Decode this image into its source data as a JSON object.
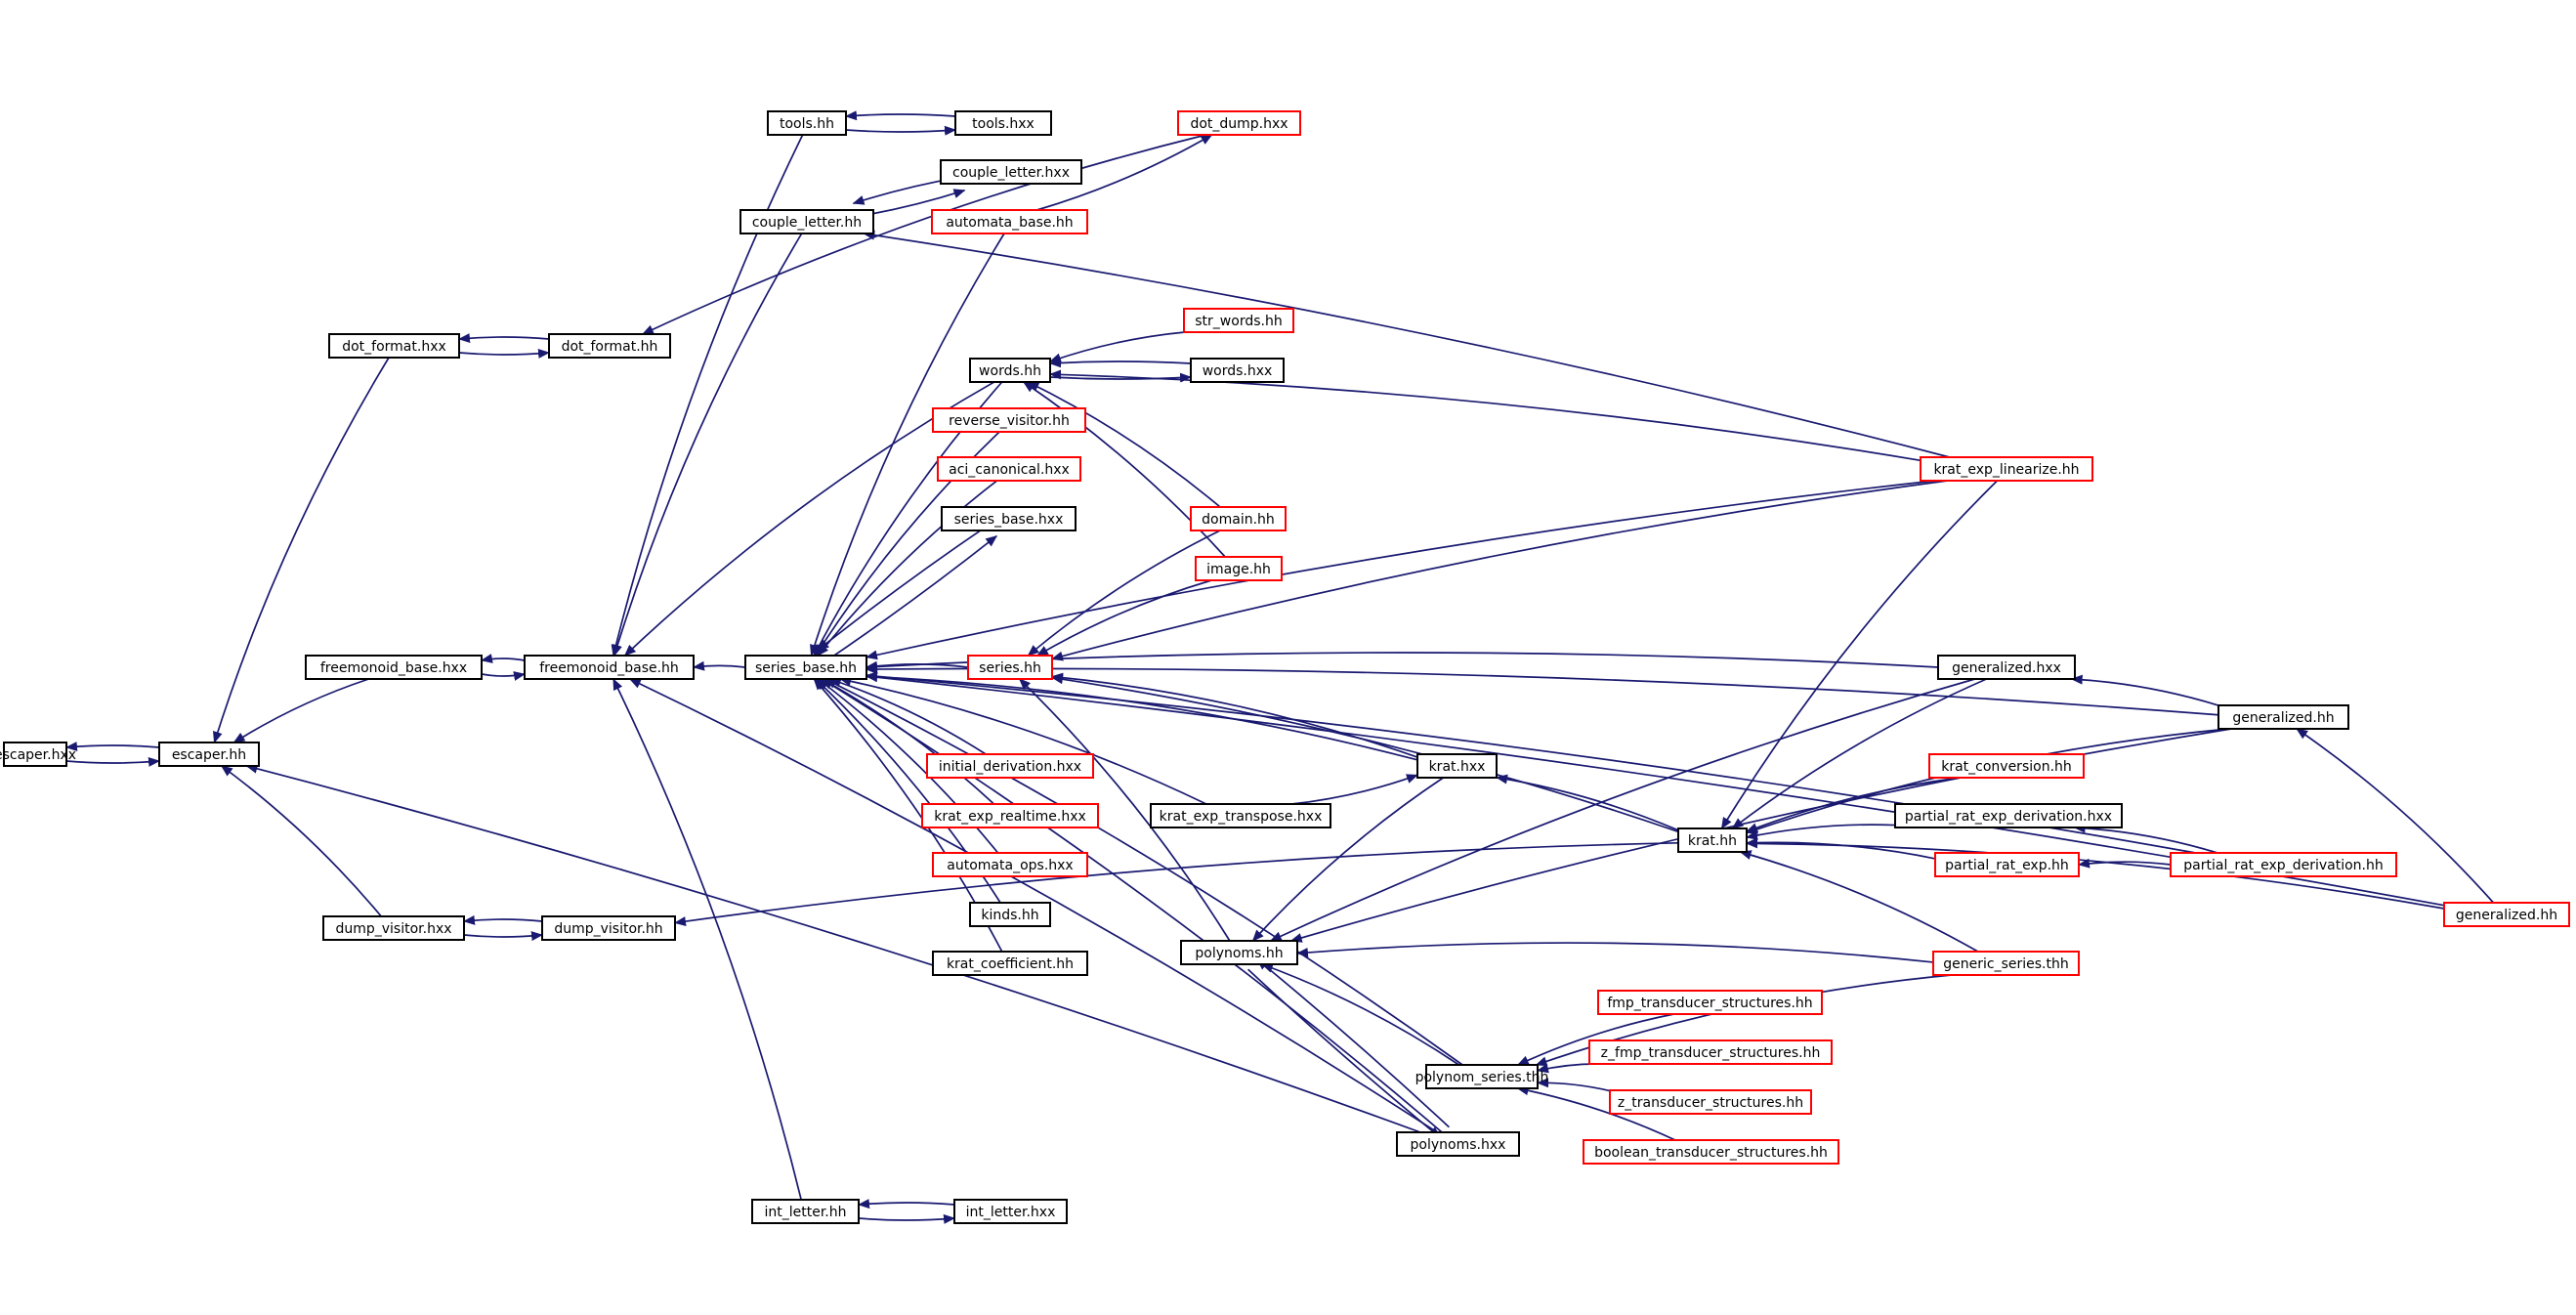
{
  "graph": {
    "kind": "include-dependency-graph",
    "colors": {
      "edge": "#191970",
      "node_border_default": "#000000",
      "node_border_truncated": "#ff0000",
      "node_fill_root": "#bfbfbf",
      "node_fill_default": "#ffffff"
    },
    "nodes": [
      {
        "id": "escaper_hxx",
        "label": "escaper.hxx",
        "style": "root"
      },
      {
        "id": "escaper_hh",
        "label": "escaper.hh",
        "style": "normal"
      },
      {
        "id": "dot_format_hxx",
        "label": "dot_format.hxx",
        "style": "normal"
      },
      {
        "id": "dot_format_hh",
        "label": "dot_format.hh",
        "style": "normal"
      },
      {
        "id": "freemonoid_base_hxx",
        "label": "freemonoid_base.hxx",
        "style": "normal"
      },
      {
        "id": "freemonoid_base_hh",
        "label": "freemonoid_base.hh",
        "style": "normal"
      },
      {
        "id": "dump_visitor_hxx",
        "label": "dump_visitor.hxx",
        "style": "normal"
      },
      {
        "id": "dump_visitor_hh",
        "label": "dump_visitor.hh",
        "style": "normal"
      },
      {
        "id": "tools_hh",
        "label": "tools.hh",
        "style": "normal"
      },
      {
        "id": "tools_hxx",
        "label": "tools.hxx",
        "style": "normal"
      },
      {
        "id": "couple_letter_hh",
        "label": "couple_letter.hh",
        "style": "normal"
      },
      {
        "id": "couple_letter_hxx",
        "label": "couple_letter.hxx",
        "style": "normal"
      },
      {
        "id": "dot_dump_hxx",
        "label": "dot_dump.hxx",
        "style": "truncated"
      },
      {
        "id": "automata_base_hh",
        "label": "automata_base.hh",
        "style": "truncated"
      },
      {
        "id": "series_base_hh",
        "label": "series_base.hh",
        "style": "normal"
      },
      {
        "id": "int_letter_hh",
        "label": "int_letter.hh",
        "style": "normal"
      },
      {
        "id": "int_letter_hxx",
        "label": "int_letter.hxx",
        "style": "normal"
      },
      {
        "id": "words_hh",
        "label": "words.hh",
        "style": "normal"
      },
      {
        "id": "str_words_hh",
        "label": "str_words.hh",
        "style": "truncated"
      },
      {
        "id": "words_hxx",
        "label": "words.hxx",
        "style": "normal"
      },
      {
        "id": "reverse_visitor_hh",
        "label": "reverse_visitor.hh",
        "style": "truncated"
      },
      {
        "id": "aci_canonical_hxx",
        "label": "aci_canonical.hxx",
        "style": "truncated"
      },
      {
        "id": "series_base_hxx",
        "label": "series_base.hxx",
        "style": "normal"
      },
      {
        "id": "domain_hh",
        "label": "domain.hh",
        "style": "truncated"
      },
      {
        "id": "image_hh",
        "label": "image.hh",
        "style": "truncated"
      },
      {
        "id": "series_hh",
        "label": "series.hh",
        "style": "truncated"
      },
      {
        "id": "initial_derivation_hxx",
        "label": "initial_derivation.hxx",
        "style": "truncated"
      },
      {
        "id": "krat_exp_realtime_hxx",
        "label": "krat_exp_realtime.hxx",
        "style": "truncated"
      },
      {
        "id": "automata_ops_hxx",
        "label": "automata_ops.hxx",
        "style": "truncated"
      },
      {
        "id": "kinds_hh",
        "label": "kinds.hh",
        "style": "normal"
      },
      {
        "id": "krat_coefficient_hh",
        "label": "krat_coefficient.hh",
        "style": "normal"
      },
      {
        "id": "krat_exp_transpose_hxx",
        "label": "krat_exp_transpose.hxx",
        "style": "normal"
      },
      {
        "id": "krat_hxx",
        "label": "krat.hxx",
        "style": "normal"
      },
      {
        "id": "krat_hh",
        "label": "krat.hh",
        "style": "normal"
      },
      {
        "id": "polynoms_hh",
        "label": "polynoms.hh",
        "style": "normal"
      },
      {
        "id": "polynom_series_thh",
        "label": "polynom_series.thh",
        "style": "normal"
      },
      {
        "id": "polynoms_hxx",
        "label": "polynoms.hxx",
        "style": "normal"
      },
      {
        "id": "krat_exp_linearize_hh",
        "label": "krat_exp_linearize.hh",
        "style": "truncated"
      },
      {
        "id": "generalized_hxx",
        "label": "generalized.hxx",
        "style": "normal"
      },
      {
        "id": "generalized_hh_a",
        "label": "generalized.hh",
        "style": "normal"
      },
      {
        "id": "krat_conversion_hh",
        "label": "krat_conversion.hh",
        "style": "truncated"
      },
      {
        "id": "partial_rat_exp_derivation_hxx",
        "label": "partial_rat_exp_derivation.hxx",
        "style": "normal"
      },
      {
        "id": "partial_rat_exp_hh",
        "label": "partial_rat_exp.hh",
        "style": "truncated"
      },
      {
        "id": "partial_rat_exp_derivation_hh",
        "label": "partial_rat_exp_derivation.hh",
        "style": "truncated"
      },
      {
        "id": "generalized_hh_b",
        "label": "generalized.hh",
        "style": "truncated"
      },
      {
        "id": "generic_series_thh",
        "label": "generic_series.thh",
        "style": "truncated"
      },
      {
        "id": "fmp_transducer_structures_hh",
        "label": "fmp_transducer_structures.hh",
        "style": "truncated"
      },
      {
        "id": "z_fmp_transducer_structures_hh",
        "label": "z_fmp_transducer_structures.hh",
        "style": "truncated"
      },
      {
        "id": "z_transducer_structures_hh",
        "label": "z_transducer_structures.hh",
        "style": "truncated"
      },
      {
        "id": "boolean_transducer_structures_hh",
        "label": "boolean_transducer_structures.hh",
        "style": "truncated"
      }
    ],
    "edges": [
      {
        "from": "escaper_hh",
        "to": "escaper_hxx"
      },
      {
        "from": "escaper_hxx",
        "to": "escaper_hh"
      },
      {
        "from": "dot_format_hxx",
        "to": "escaper_hh"
      },
      {
        "from": "freemonoid_base_hxx",
        "to": "escaper_hh"
      },
      {
        "from": "dump_visitor_hxx",
        "to": "escaper_hh"
      },
      {
        "from": "polynoms_hxx",
        "to": "escaper_hh"
      },
      {
        "from": "dot_format_hh",
        "to": "dot_format_hxx"
      },
      {
        "from": "dot_format_hxx",
        "to": "dot_format_hh"
      },
      {
        "from": "dot_dump_hxx",
        "to": "dot_format_hh"
      },
      {
        "from": "freemonoid_base_hh",
        "to": "freemonoid_base_hxx"
      },
      {
        "from": "freemonoid_base_hxx",
        "to": "freemonoid_base_hh"
      },
      {
        "from": "dump_visitor_hh",
        "to": "dump_visitor_hxx"
      },
      {
        "from": "dump_visitor_hxx",
        "to": "dump_visitor_hh"
      },
      {
        "from": "krat_hh",
        "to": "dump_visitor_hh"
      },
      {
        "from": "tools_hh",
        "to": "freemonoid_base_hh"
      },
      {
        "from": "couple_letter_hh",
        "to": "freemonoid_base_hh"
      },
      {
        "from": "words_hh",
        "to": "freemonoid_base_hh"
      },
      {
        "from": "series_base_hh",
        "to": "freemonoid_base_hh"
      },
      {
        "from": "int_letter_hh",
        "to": "freemonoid_base_hh"
      },
      {
        "from": "polynoms_hxx",
        "to": "freemonoid_base_hh"
      },
      {
        "from": "tools_hxx",
        "to": "tools_hh"
      },
      {
        "from": "tools_hh",
        "to": "tools_hxx"
      },
      {
        "from": "couple_letter_hxx",
        "to": "couple_letter_hh"
      },
      {
        "from": "couple_letter_hh",
        "to": "couple_letter_hxx"
      },
      {
        "from": "krat_exp_linearize_hh",
        "to": "couple_letter_hh"
      },
      {
        "from": "automata_base_hh",
        "to": "dot_dump_hxx"
      },
      {
        "from": "automata_base_hh",
        "to": "series_base_hh"
      },
      {
        "from": "int_letter_hxx",
        "to": "int_letter_hh"
      },
      {
        "from": "int_letter_hh",
        "to": "int_letter_hxx"
      },
      {
        "from": "words_hh",
        "to": "series_base_hh"
      },
      {
        "from": "reverse_visitor_hh",
        "to": "series_base_hh"
      },
      {
        "from": "aci_canonical_hxx",
        "to": "series_base_hh"
      },
      {
        "from": "series_base_hxx",
        "to": "series_base_hh"
      },
      {
        "from": "series_base_hh",
        "to": "series_base_hxx"
      },
      {
        "from": "series_hh",
        "to": "series_base_hh"
      },
      {
        "from": "initial_derivation_hxx",
        "to": "series_base_hh"
      },
      {
        "from": "krat_exp_realtime_hxx",
        "to": "series_base_hh"
      },
      {
        "from": "automata_ops_hxx",
        "to": "series_base_hh"
      },
      {
        "from": "kinds_hh",
        "to": "series_base_hh"
      },
      {
        "from": "krat_coefficient_hh",
        "to": "series_base_hh"
      },
      {
        "from": "krat_exp_transpose_hxx",
        "to": "series_base_hh"
      },
      {
        "from": "krat_hxx",
        "to": "series_base_hh"
      },
      {
        "from": "generalized_hxx",
        "to": "series_base_hh"
      },
      {
        "from": "generalized_hh_a",
        "to": "series_base_hh"
      },
      {
        "from": "krat_exp_linearize_hh",
        "to": "series_base_hh"
      },
      {
        "from": "polynoms_hxx",
        "to": "series_base_hh"
      },
      {
        "from": "polynom_series_thh",
        "to": "series_base_hh"
      },
      {
        "from": "partial_rat_exp_derivation_hh",
        "to": "series_base_hh"
      },
      {
        "from": "generalized_hh_b",
        "to": "series_base_hh"
      },
      {
        "from": "str_words_hh",
        "to": "words_hh"
      },
      {
        "from": "words_hxx",
        "to": "words_hh"
      },
      {
        "from": "words_hh",
        "to": "words_hxx"
      },
      {
        "from": "domain_hh",
        "to": "words_hh"
      },
      {
        "from": "image_hh",
        "to": "words_hh"
      },
      {
        "from": "krat_exp_linearize_hh",
        "to": "words_hh"
      },
      {
        "from": "domain_hh",
        "to": "series_hh"
      },
      {
        "from": "image_hh",
        "to": "series_hh"
      },
      {
        "from": "krat_exp_linearize_hh",
        "to": "series_hh"
      },
      {
        "from": "krat_hxx",
        "to": "series_hh"
      },
      {
        "from": "krat_hh",
        "to": "series_hh"
      },
      {
        "from": "polynoms_hh",
        "to": "series_hh"
      },
      {
        "from": "krat_exp_transpose_hxx",
        "to": "krat_hxx"
      },
      {
        "from": "krat_hh",
        "to": "krat_hxx"
      },
      {
        "from": "krat_exp_linearize_hh",
        "to": "krat_hh"
      },
      {
        "from": "generalized_hxx",
        "to": "krat_hh"
      },
      {
        "from": "generalized_hh_a",
        "to": "krat_hh"
      },
      {
        "from": "krat_conversion_hh",
        "to": "krat_hh"
      },
      {
        "from": "partial_rat_exp_derivation_hxx",
        "to": "krat_hh"
      },
      {
        "from": "partial_rat_exp_hh",
        "to": "krat_hh"
      },
      {
        "from": "generalized_hh_b",
        "to": "krat_hh"
      },
      {
        "from": "generic_series_thh",
        "to": "krat_hh"
      },
      {
        "from": "generalized_hh_a",
        "to": "generalized_hxx"
      },
      {
        "from": "generalized_hh_b",
        "to": "generalized_hh_a"
      },
      {
        "from": "partial_rat_exp_derivation_hh",
        "to": "partial_rat_exp_hh"
      },
      {
        "from": "partial_rat_exp_derivation_hh",
        "to": "partial_rat_exp_derivation_hxx"
      },
      {
        "from": "krat_hxx",
        "to": "polynoms_hh"
      },
      {
        "from": "generalized_hxx",
        "to": "polynoms_hh"
      },
      {
        "from": "generic_series_thh",
        "to": "polynoms_hh"
      },
      {
        "from": "polynom_series_thh",
        "to": "polynoms_hh"
      },
      {
        "from": "polynoms_hxx",
        "to": "polynoms_hh"
      },
      {
        "from": "polynoms_hh",
        "to": "polynoms_hxx"
      },
      {
        "from": "generalized_hh_a",
        "to": "polynoms_hh"
      },
      {
        "from": "fmp_transducer_structures_hh",
        "to": "polynom_series_thh"
      },
      {
        "from": "z_fmp_transducer_structures_hh",
        "to": "polynom_series_thh"
      },
      {
        "from": "z_transducer_structures_hh",
        "to": "polynom_series_thh"
      },
      {
        "from": "boolean_transducer_structures_hh",
        "to": "polynom_series_thh"
      },
      {
        "from": "generic_series_thh",
        "to": "polynom_series_thh"
      }
    ]
  }
}
